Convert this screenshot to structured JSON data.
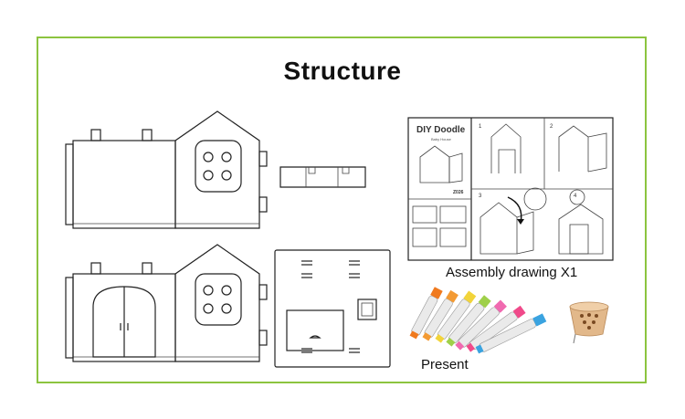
{
  "title": "Structure",
  "assembly_caption": "Assembly drawing X1",
  "present_caption": "Present",
  "manual": {
    "brand": "DIY Doodle",
    "sub": "Baby House",
    "model": "Z026",
    "steps": [
      "1",
      "2",
      "3",
      "4"
    ]
  },
  "colors": {
    "frame": "#8cc43f",
    "marker_caps": [
      "#f07a1e",
      "#f39a33",
      "#f2d43a",
      "#9fd04a",
      "#f06ab0",
      "#f04a8a",
      "#3aa3e0"
    ]
  }
}
